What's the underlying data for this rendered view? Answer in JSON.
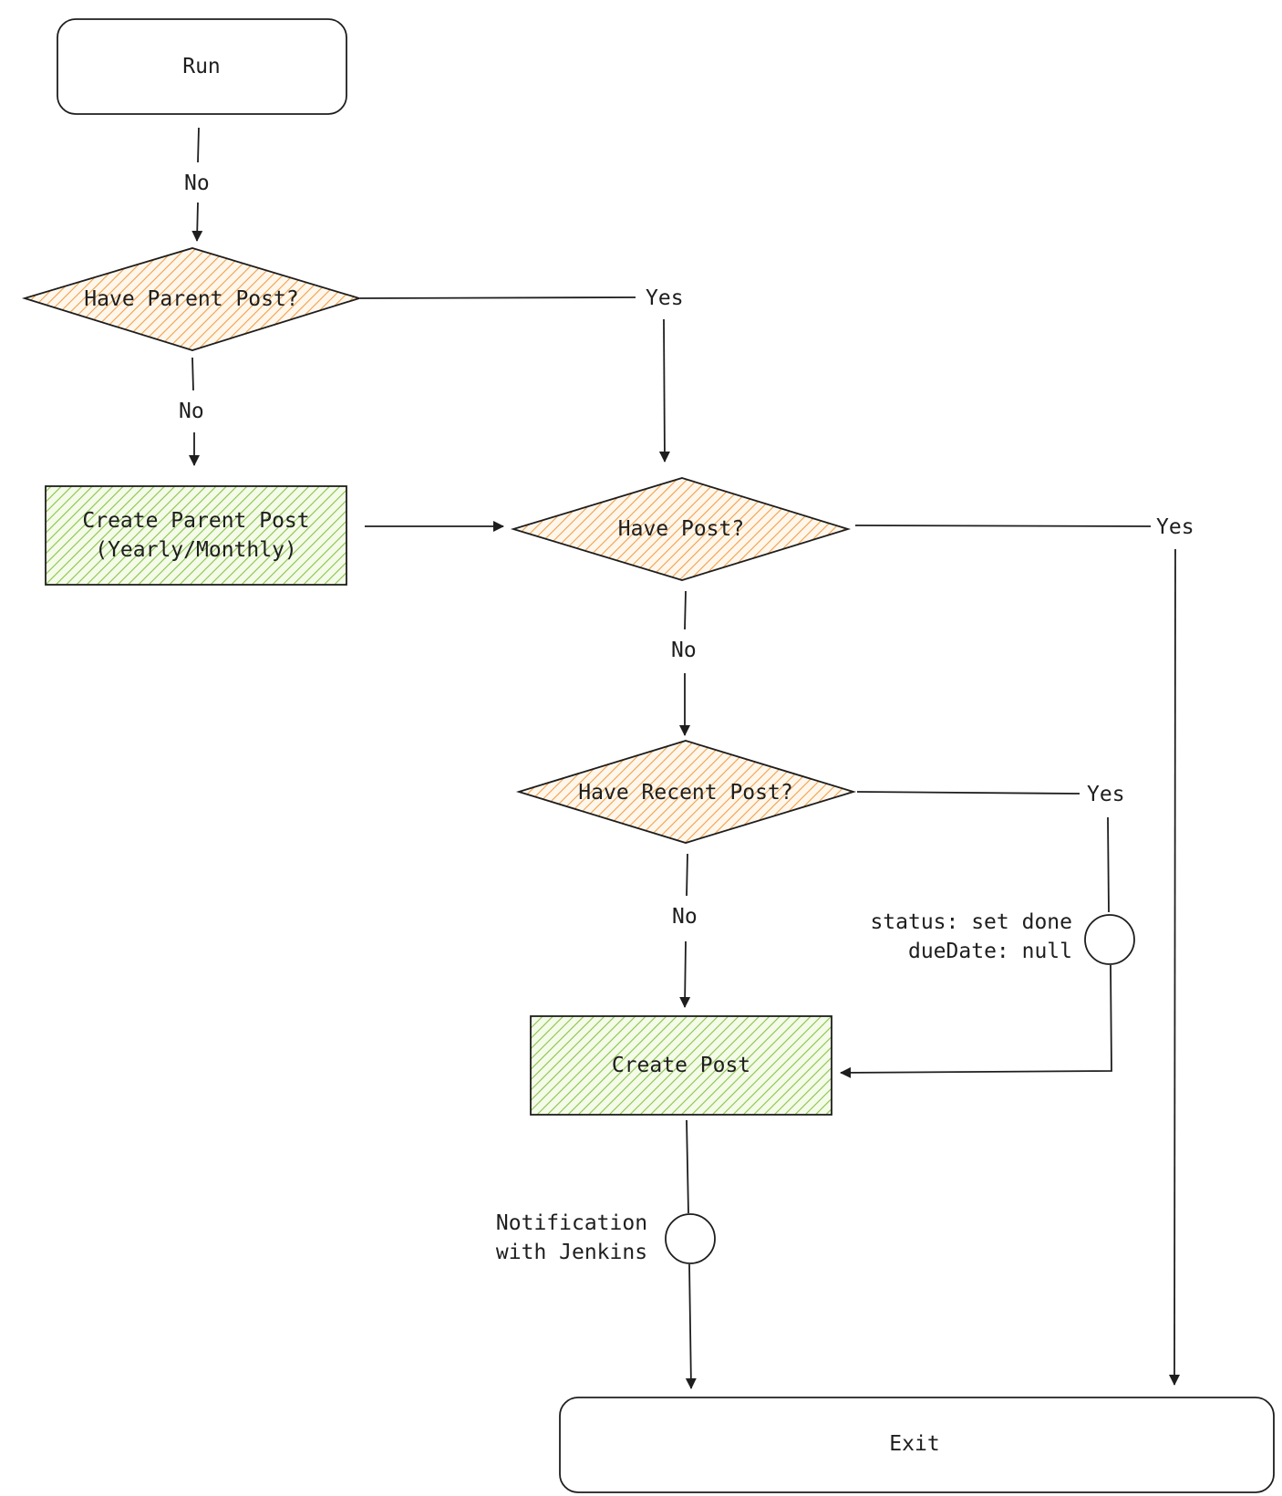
{
  "nodes": {
    "run": {
      "label": "Run"
    },
    "have_parent_post": {
      "label": "Have Parent Post?"
    },
    "create_parent_post": {
      "line1": "Create Parent Post",
      "line2": "(Yearly/Monthly)"
    },
    "have_post": {
      "label": "Have Post?"
    },
    "have_recent_post": {
      "label": "Have Recent Post?"
    },
    "create_post": {
      "label": "Create Post"
    },
    "exit": {
      "label": "Exit"
    }
  },
  "edges": {
    "run_no": "No",
    "parent_no": "No",
    "parent_yes": "Yes",
    "post_yes": "Yes",
    "post_no": "No",
    "recent_yes": "Yes",
    "recent_no": "No"
  },
  "annotations": {
    "status_line1": "status: set done",
    "status_line2": "dueDate: null",
    "notify_line1": "Notification",
    "notify_line2": "with Jenkins"
  },
  "colors": {
    "decision_hatch": "#f0a04b",
    "process_hatch": "#8bc34a",
    "stroke": "#1e1e1e"
  }
}
